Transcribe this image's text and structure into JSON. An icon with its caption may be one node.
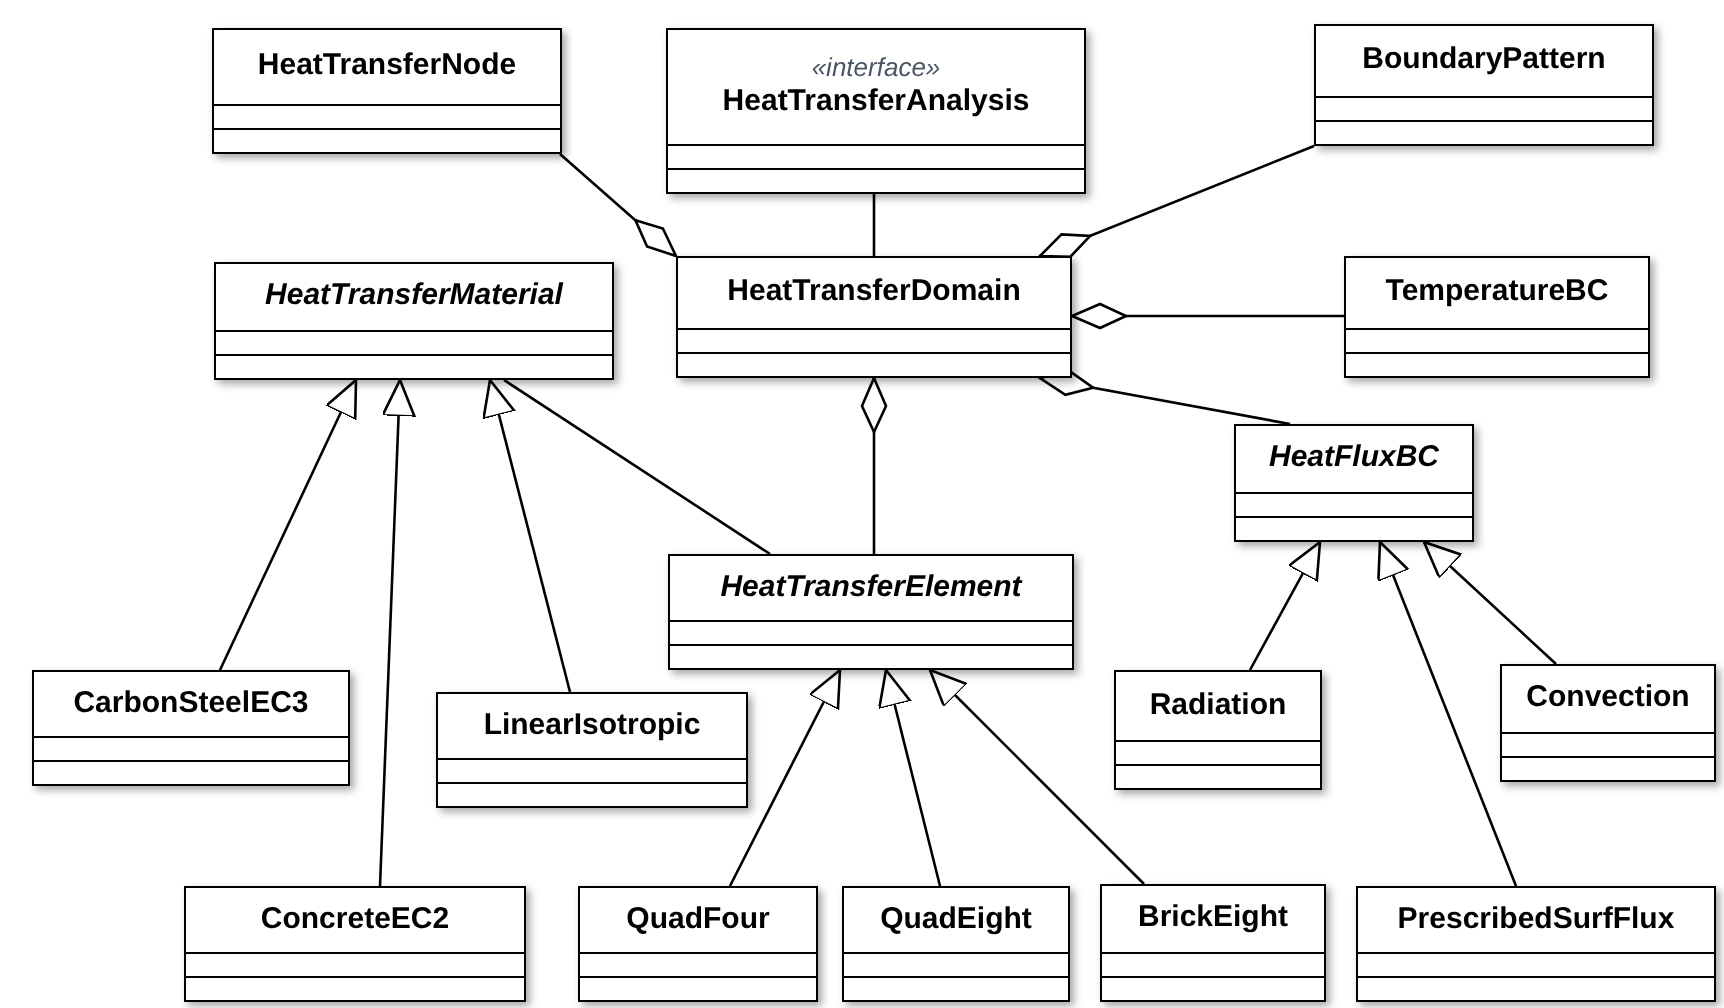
{
  "diagram": {
    "nodes": [
      {
        "text": [
          "HeatTransferNode"
        ]
      },
      {
        "text": [
          "«interface»",
          "HeatTransferAnalysis"
        ]
      },
      {
        "text": [
          "BoundaryPattern"
        ]
      },
      {
        "text": [
          "HeatTransferMaterial"
        ]
      },
      {
        "text": [
          "HeatTransferDomain"
        ]
      },
      {
        "text": [
          "TemperatureBC"
        ]
      },
      {
        "text": [
          "HeatFluxBC"
        ]
      },
      {
        "text": [
          "HeatTransferElement"
        ]
      },
      {
        "text": [
          "CarbonSteelEC3"
        ]
      },
      {
        "text": [
          "LinearIsotropic"
        ]
      },
      {
        "text": [
          "Radiation"
        ]
      },
      {
        "text": [
          "Convection"
        ]
      },
      {
        "text": [
          "ConcreteEC2"
        ]
      },
      {
        "text": [
          "QuadFour"
        ]
      },
      {
        "text": [
          "QuadEight"
        ]
      },
      {
        "text": [
          "BrickEight"
        ]
      },
      {
        "text": [
          "PrescribedSurfFlux"
        ]
      }
    ],
    "edges": [
      {
        "from": 0,
        "to": 4,
        "arrow": "other"
      },
      {
        "from": 1,
        "to": 4,
        "arrow": "none"
      },
      {
        "from": 2,
        "to": 4,
        "arrow": "other"
      },
      {
        "from": 5,
        "to": 4,
        "arrow": "other"
      },
      {
        "from": 6,
        "to": 4,
        "arrow": "other"
      },
      {
        "from": 7,
        "to": 4,
        "arrow": "other"
      },
      {
        "from": 7,
        "to": 3,
        "arrow": "none"
      },
      {
        "from": 8,
        "to": 3,
        "arrow": "to"
      },
      {
        "from": 12,
        "to": 3,
        "arrow": "to"
      },
      {
        "from": 9,
        "to": 3,
        "arrow": "to"
      },
      {
        "from": 13,
        "to": 7,
        "arrow": "to"
      },
      {
        "from": 14,
        "to": 7,
        "arrow": "to"
      },
      {
        "from": 15,
        "to": 7,
        "arrow": "to"
      },
      {
        "from": 10,
        "to": 6,
        "arrow": "to"
      },
      {
        "from": 16,
        "to": 6,
        "arrow": "to"
      },
      {
        "from": 11,
        "to": 6,
        "arrow": "to"
      }
    ]
  }
}
